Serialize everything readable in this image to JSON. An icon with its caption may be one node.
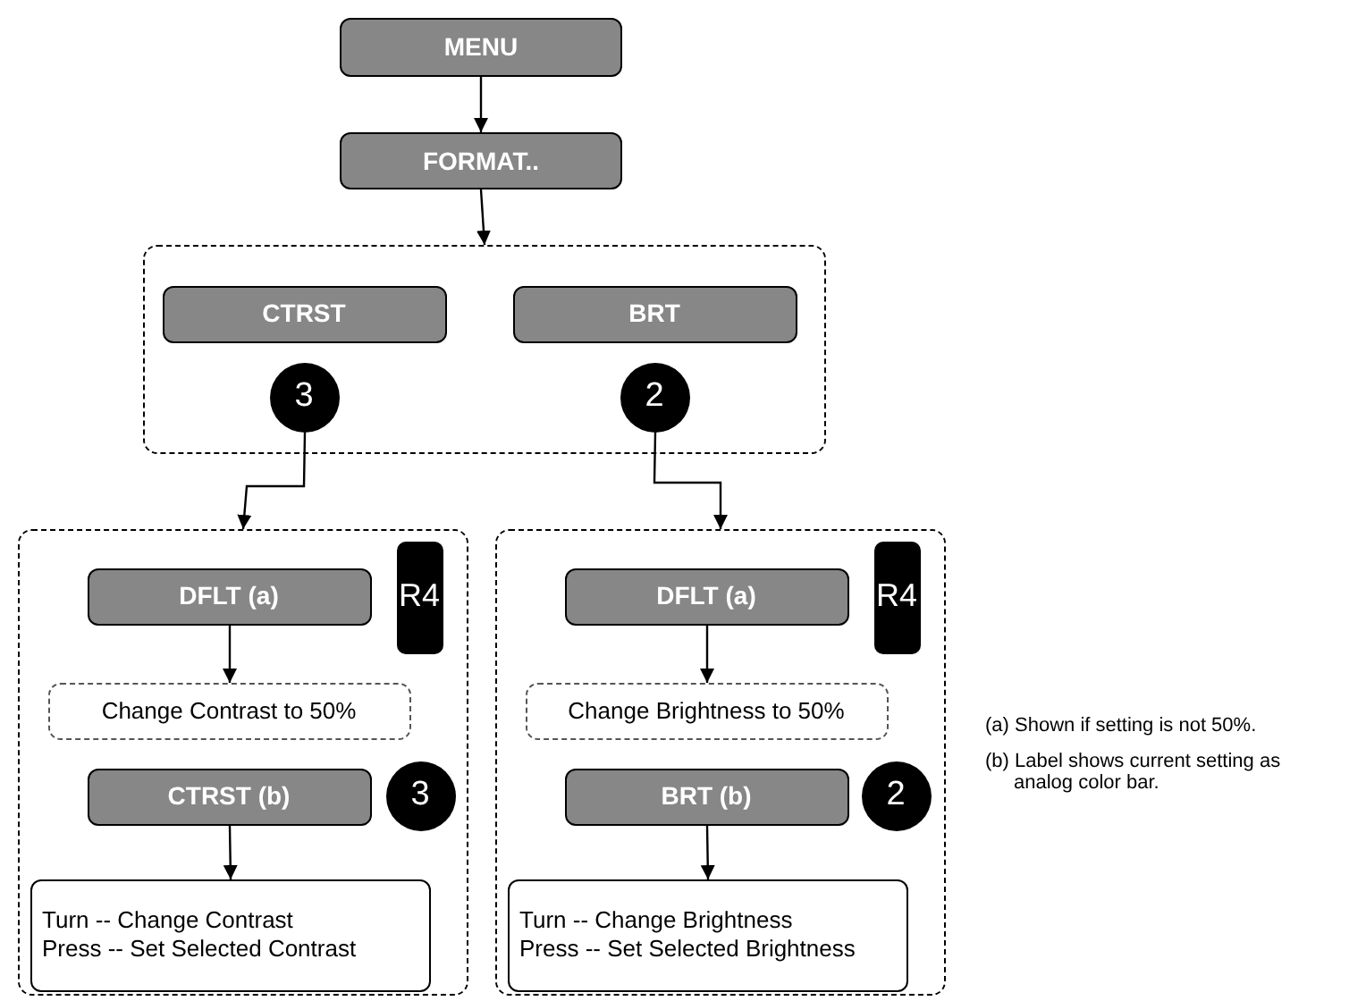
{
  "diagram": {
    "nodes": [
      {
        "text": [
          "MENU"
        ]
      },
      {
        "text": [
          "FORMAT.."
        ]
      },
      {
        "text": [],
        "shape": "box"
      },
      {
        "text": [
          "CTRST"
        ],
        "in": 2
      },
      {
        "text": [
          "BRT"
        ],
        "in": 2
      },
      {
        "text": [
          "3"
        ],
        "in": 2
      },
      {
        "text": [
          "2"
        ],
        "in": 2
      },
      {
        "text": [],
        "shape": "box"
      },
      {
        "text": [
          "DFLT (a)"
        ],
        "in": 7
      },
      {
        "text": [
          "R4"
        ],
        "in": 7
      },
      {
        "text": [
          "Change Contrast to 50%"
        ],
        "in": 7
      },
      {
        "text": [
          "CTRST (b)"
        ],
        "in": 7
      },
      {
        "text": [
          "3"
        ],
        "in": 7
      },
      {
        "text": [
          "Turn -- Change Contrast",
          "Press -- Set Selected Contrast"
        ],
        "in": 7
      },
      {
        "text": [],
        "shape": "box"
      },
      {
        "text": [
          "DFLT (a)"
        ],
        "in": 14
      },
      {
        "text": [
          "R4"
        ],
        "in": 14
      },
      {
        "text": [
          "Change Brightness to 50%"
        ],
        "in": 14
      },
      {
        "text": [
          "BRT (b)"
        ],
        "in": 14
      },
      {
        "text": [
          "2"
        ],
        "in": 14
      },
      {
        "text": [
          "Turn -- Change Brightness",
          "Press -- Set Selected Brightness"
        ],
        "in": 14
      }
    ],
    "edges": [
      {
        "from": 0,
        "to": 1,
        "arrow": "to"
      },
      {
        "from": 1,
        "to": 2,
        "arrow": "to"
      },
      {
        "from": 5,
        "to": 7,
        "arrow": "to"
      },
      {
        "from": 6,
        "to": 14,
        "arrow": "to"
      },
      {
        "from": 8,
        "to": 10,
        "arrow": "to"
      },
      {
        "from": 11,
        "to": 13,
        "arrow": "to"
      },
      {
        "from": 15,
        "to": 17,
        "arrow": "to"
      },
      {
        "from": 18,
        "to": 20,
        "arrow": "to"
      }
    ],
    "labels": [
      "(a) Shown if setting is not 50%.",
      "(b) Label shows current setting as analog color bar."
    ]
  }
}
